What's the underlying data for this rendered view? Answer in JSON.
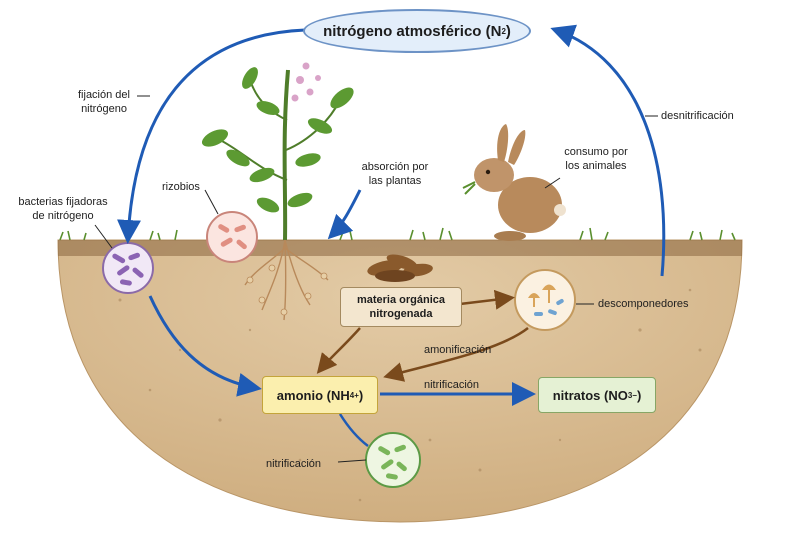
{
  "boxes": {
    "n2": {
      "text": "nitrógeno atmosférico (N",
      "sub": "2",
      "close": ")"
    },
    "materia": {
      "line1": "materia orgánica",
      "line2": "nitrogenada"
    },
    "amonio": {
      "text": "amonio (NH",
      "sub": "4",
      "sup": "+",
      "close": ")"
    },
    "nitratos": {
      "text": "nitratos (NO",
      "sub": "3",
      "sup": "−",
      "close": ")"
    }
  },
  "labels": {
    "fijacion": {
      "line1": "fijación del",
      "line2": "nitrógeno"
    },
    "desnitrificacion": "desnitrificación",
    "bacterias": {
      "line1": "bacterias fijadoras",
      "line2": "de nitrógeno"
    },
    "rizobios": "rizobios",
    "absorcion": {
      "line1": "absorción por",
      "line2": "las plantas"
    },
    "consumo": {
      "line1": "consumo por",
      "line2": "los animales"
    },
    "descomponedores": "descomponedores",
    "amonificacion": "amonificación",
    "nitrificacion_arrow": "nitrificación",
    "nitrificacion_bacteria": "nitrificación"
  },
  "colors": {
    "arrow_blue": "#1f5bb5",
    "arrow_brown": "#7a4a1c",
    "soil": "#d9bf98",
    "grass": "#5a8f2e"
  }
}
